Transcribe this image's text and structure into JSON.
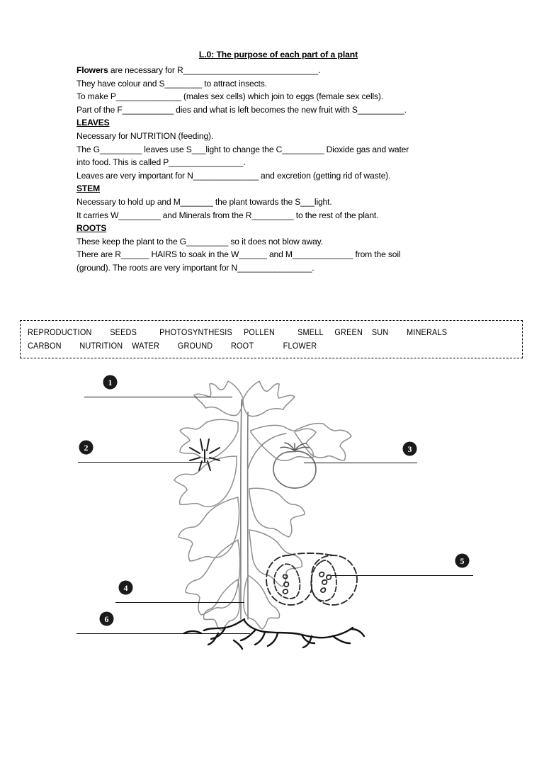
{
  "worksheet": {
    "title": "L.0: The purpose of each part of a plant",
    "flowers": {
      "line1_lead": "Flowers",
      "line1": " are necessary for R_____________________________.",
      "line2": "They have colour and S________ to attract insects.",
      "line3": "To make P______________ (males sex cells) which join to eggs (female sex cells).",
      "line4": "Part of the F___________ dies and what is left becomes the new fruit with S__________."
    },
    "leaves": {
      "heading": "LEAVES",
      "line1": "Necessary for NUTRITION (feeding).",
      "line2": "The G_________ leaves use S___light to change the C_________ Dioxide gas and water",
      "line3": "into food. This is called P________________.",
      "line4": "Leaves are very important for N______________ and excretion (getting rid of waste)."
    },
    "stem": {
      "heading": "STEM",
      "line1": "Necessary to hold up and M_______ the plant towards the S___light.",
      "line2": "It carries W_________ and Minerals from the R_________ to the rest of the plant."
    },
    "roots": {
      "heading": "ROOTS",
      "line1": "These keep the plant to the G_________ so it does not blow away.",
      "line2": "There are R______ HAIRS to soak in the W______ and M_____________ from the soil",
      "line3": "(ground). The roots are very important for N________________."
    }
  },
  "word_bank": {
    "row1": "REPRODUCTION        SEEDS          PHOTOSYNTHESIS     POLLEN          SMELL     GREEN    SUN        MINERALS",
    "row2": "CARBON        NUTRITION    WATER        GROUND        ROOT             FLOWER",
    "words": [
      "REPRODUCTION",
      "SEEDS",
      "PHOTOSYNTHESIS",
      "POLLEN",
      "SMELL",
      "GREEN",
      "SUN",
      "MINERALS",
      "CARBON",
      "NUTRITION",
      "WATER",
      "GROUND",
      "ROOT",
      "FLOWER"
    ]
  },
  "diagram": {
    "caption_markers": [
      {
        "id": "1",
        "number": "1",
        "points_to": "leaves"
      },
      {
        "id": "2",
        "number": "2",
        "points_to": "flower"
      },
      {
        "id": "3",
        "number": "3",
        "points_to": "fruit"
      },
      {
        "id": "4",
        "number": "4",
        "points_to": "stem"
      },
      {
        "id": "5",
        "number": "5",
        "points_to": "fruit-cross-section-seeds"
      },
      {
        "id": "6",
        "number": "6",
        "points_to": "roots"
      }
    ],
    "plant_type": "tomato-plant-line-drawing"
  },
  "colors": {
    "ink": "#000000",
    "line_art_light": "#8e8e8e",
    "line_art_dark": "#1a1a1a",
    "page": "#ffffff"
  }
}
